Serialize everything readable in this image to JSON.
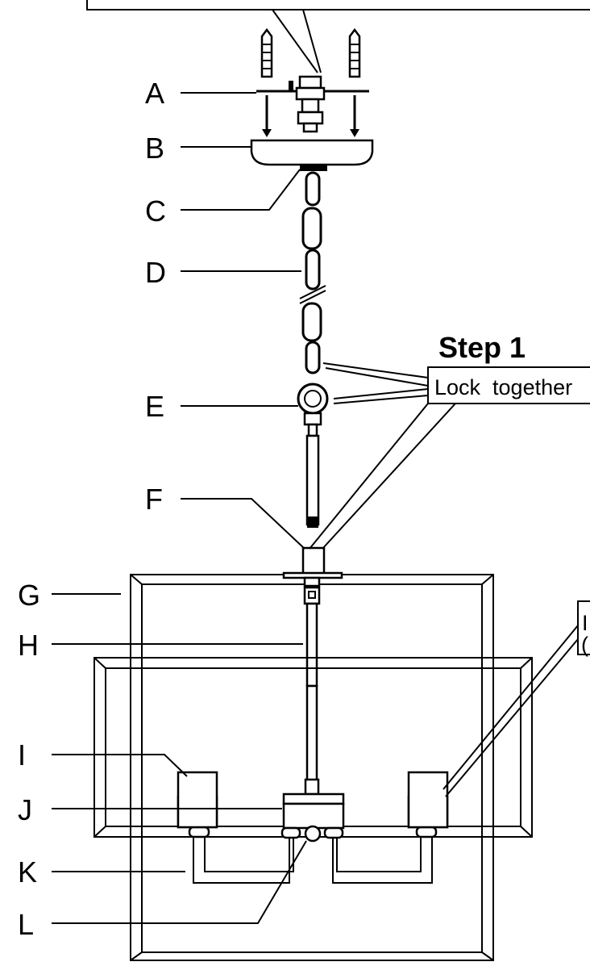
{
  "labels": {
    "a": "A",
    "b": "B",
    "c": "C",
    "d": "D",
    "e": "E",
    "f": "F",
    "g": "G",
    "h": "H",
    "i": "I",
    "j": "J",
    "k": "K",
    "l": "L"
  },
  "step_title": "Step 1",
  "lock_note": "Lock  together",
  "right_note_fragment_1": "I",
  "right_note_fragment_2": "("
}
